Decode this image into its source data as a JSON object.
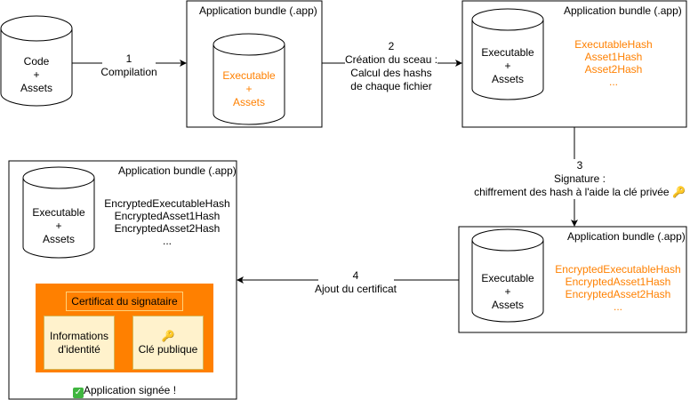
{
  "step0": {
    "source_cylinder": [
      "Code",
      "+",
      "Assets"
    ]
  },
  "edges": {
    "e1": {
      "number": "1",
      "label": [
        "Compilation"
      ]
    },
    "e2": {
      "number": "2",
      "label": [
        "Création du sceau :",
        "Calcul des hashs",
        "de chaque fichier"
      ]
    },
    "e3": {
      "number": "3",
      "label": [
        "Signature :",
        "chiffrement des hash à l'aide la clé privée"
      ],
      "icon": "key-icon"
    },
    "e4": {
      "number": "4",
      "label": [
        "Ajout du certificat"
      ]
    }
  },
  "bundles": {
    "b1": {
      "title": "Application bundle (.app)",
      "cylinder": [
        "Executable",
        "+",
        "Assets"
      ]
    },
    "b2": {
      "title": "Application bundle (.app)",
      "cylinder": [
        "Executable",
        "+",
        "Assets"
      ],
      "hashes": [
        "ExecutableHash",
        "Asset1Hash",
        "Asset2Hash",
        "..."
      ]
    },
    "b3": {
      "title": "Application bundle (.app)",
      "cylinder": [
        "Executable",
        "+",
        "Assets"
      ],
      "hashes": [
        "EncryptedExecutableHash",
        "EncryptedAsset1Hash",
        "EncryptedAsset2Hash",
        "..."
      ]
    },
    "b4": {
      "title": "Application bundle (.app)",
      "cylinder": [
        "Executable",
        "+",
        "Assets"
      ],
      "hashes": [
        "EncryptedExecutableHash",
        "EncryptedAsset1Hash",
        "EncryptedAsset2Hash",
        "..."
      ],
      "certificate": {
        "title": "Certificat du signataire",
        "identity": [
          "Informations",
          "d'identité"
        ],
        "public_key": "Clé publique",
        "public_key_icon": "key-icon"
      },
      "status": "Application signée !",
      "status_icon": "check-icon"
    }
  },
  "colors": {
    "accent": "#ff8000",
    "cert_cell": "#fff2cc",
    "stroke": "#000000"
  }
}
